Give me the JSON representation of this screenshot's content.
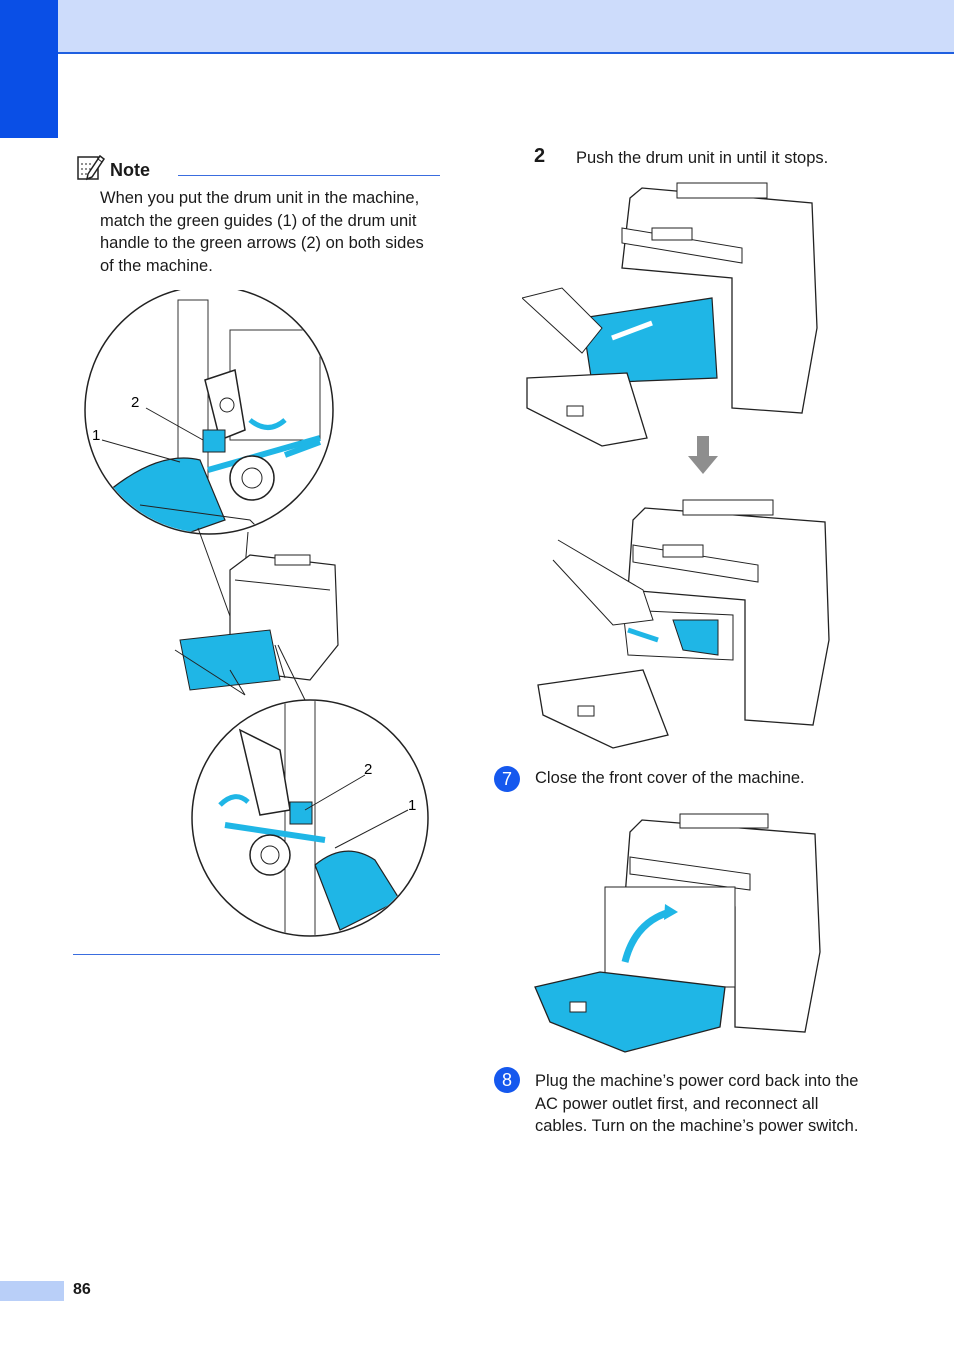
{
  "page": {
    "number": "86"
  },
  "note": {
    "title": "Note",
    "text": "When you put the drum unit in the machine, match the green guides (1) of the drum unit handle to the green arrows (2) on both sides of the machine."
  },
  "callouts": {
    "top_2": "2",
    "top_1": "1",
    "bottom_2": "2",
    "bottom_1": "1"
  },
  "steps": [
    {
      "num": "2",
      "text": "Push the drum unit in until it stops."
    },
    {
      "num": "7",
      "text": "Close the front cover of the machine."
    },
    {
      "num": "8",
      "text": "Plug the machine’s power cord back into the AC power outlet first, and reconnect all cables. Turn on the machine’s power switch."
    }
  ],
  "colors": {
    "accent": "#0a4fe6",
    "header": "#cddcfb",
    "illustration_cyan": "#1fb6e6"
  },
  "icons": [
    "note-pencil-icon",
    "down-arrow-icon"
  ]
}
